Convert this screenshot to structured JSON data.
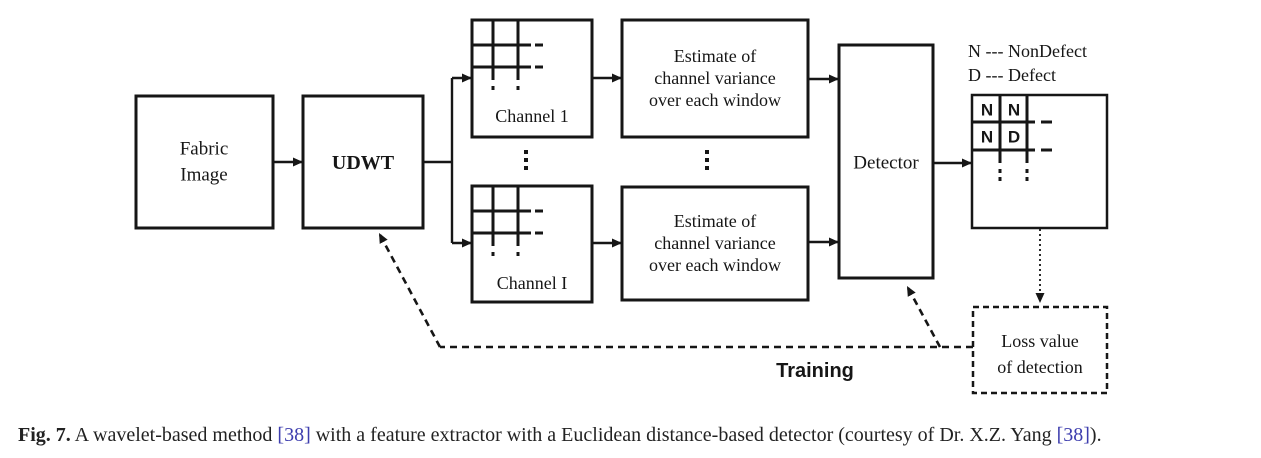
{
  "figure": {
    "boxes": {
      "fabric_image": {
        "line1": "Fabric",
        "line2": "Image"
      },
      "udwt": {
        "label": "UDWT"
      },
      "channel_top": {
        "label": "Channel 1"
      },
      "channel_bottom": {
        "label": "Channel I"
      },
      "estimate": {
        "line1": "Estimate of",
        "line2": "channel variance",
        "line3": "over each window"
      },
      "detector": {
        "label": "Detector"
      },
      "loss": {
        "line1": "Loss value",
        "line2": "of detection"
      }
    },
    "legend": {
      "line1": "N --- NonDefect",
      "line2": "D --- Defect"
    },
    "output_grid_cells": [
      "N",
      "N",
      "N",
      "D"
    ],
    "training_label": "Training"
  },
  "caption": {
    "fig_label": "Fig. 7.",
    "segment1": " A wavelet-based method ",
    "ref1": "[38]",
    "segment2": " with a feature extractor with a Euclidean distance-based detector (courtesy of Dr. X.Z. Yang ",
    "ref2": "[38]",
    "segment3": ")."
  },
  "colors": {
    "ink": "#161616",
    "reference_link": "#3d3dae",
    "caption_text": "#222222",
    "background": "#ffffff"
  }
}
